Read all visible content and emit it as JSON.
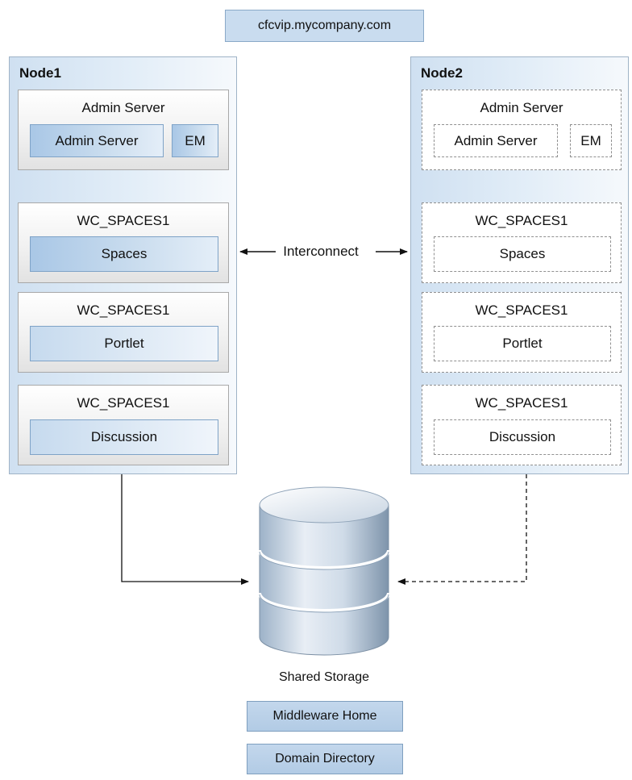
{
  "vip": "cfcvip.mycompany.com",
  "node1": {
    "title": "Node1",
    "admin_group": {
      "title": "Admin Server",
      "admin_server": "Admin Server",
      "em": "EM"
    },
    "groups": [
      {
        "title": "WC_SPACES1",
        "component": "Spaces"
      },
      {
        "title": "WC_SPACES1",
        "component": "Portlet"
      },
      {
        "title": "WC_SPACES1",
        "component": "Discussion"
      }
    ]
  },
  "node2": {
    "title": "Node2",
    "admin_group": {
      "title": "Admin Server",
      "admin_server": "Admin Server",
      "em": "EM"
    },
    "groups": [
      {
        "title": "WC_SPACES1",
        "component": "Spaces"
      },
      {
        "title": "WC_SPACES1",
        "component": "Portlet"
      },
      {
        "title": "WC_SPACES1",
        "component": "Discussion"
      }
    ]
  },
  "interconnect": "Interconnect",
  "storage": {
    "label": "Shared Storage",
    "items": [
      "Middleware Home",
      "Domain Directory"
    ]
  }
}
